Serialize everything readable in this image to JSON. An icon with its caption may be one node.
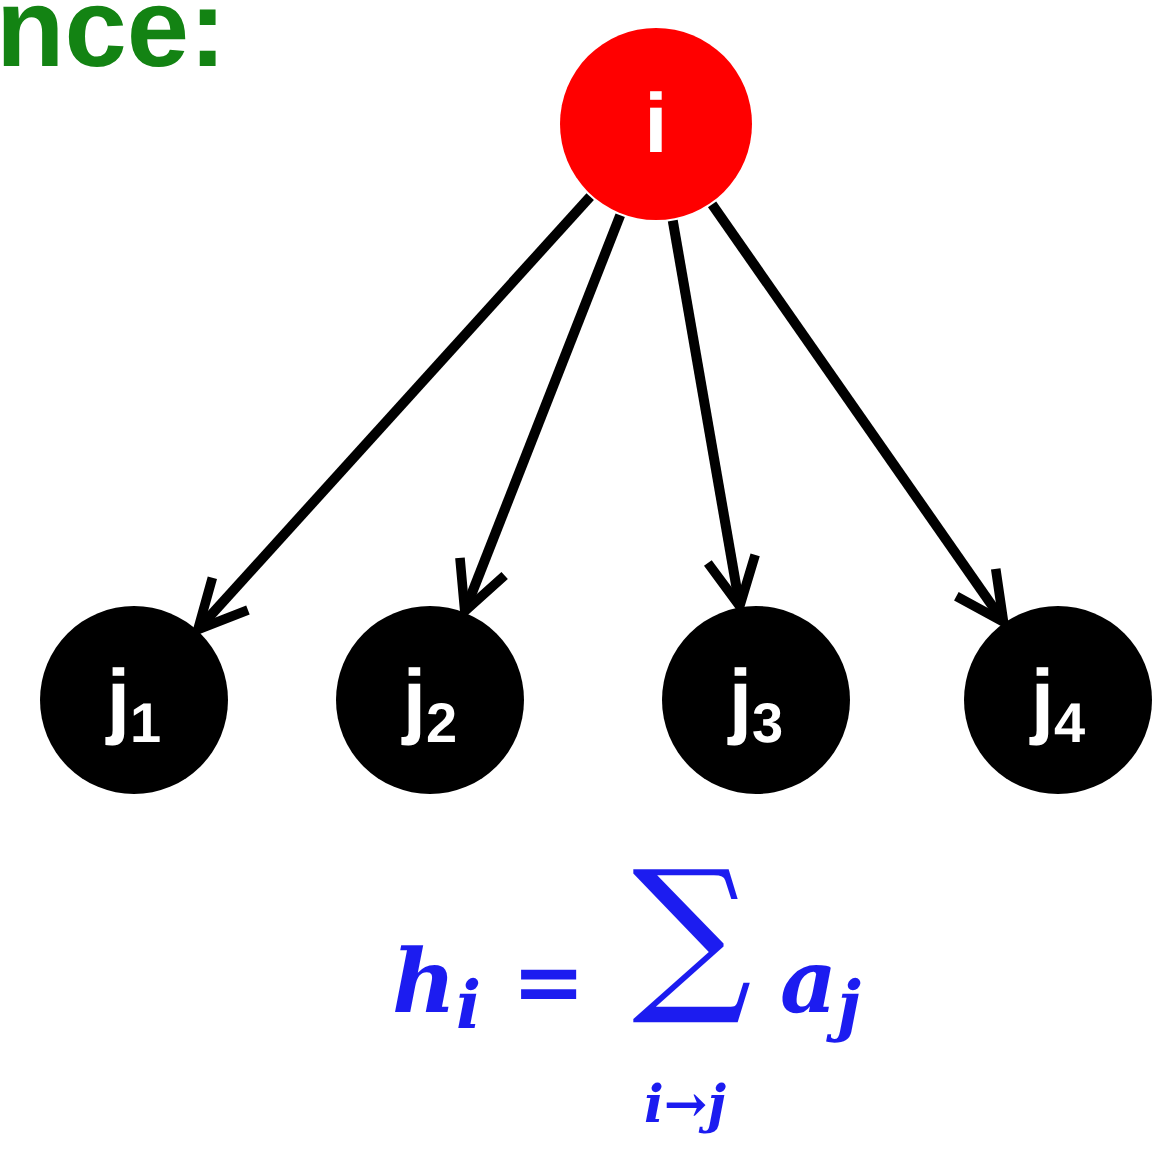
{
  "diagram": {
    "nodes": [
      {
        "text": [
          "i"
        ]
      },
      {
        "text": [
          "j$_{1}$"
        ]
      },
      {
        "text": [
          "j$_{2}$"
        ]
      },
      {
        "text": [
          "j$_{3}$"
        ]
      },
      {
        "text": [
          "j$_{4}$"
        ]
      }
    ],
    "edges": [
      {
        "from": 0,
        "to": 1,
        "arrow": "to"
      },
      {
        "from": 0,
        "to": 2,
        "arrow": "to"
      },
      {
        "from": 0,
        "to": 3,
        "arrow": "to"
      },
      {
        "from": 0,
        "to": 4,
        "arrow": "to"
      }
    ],
    "labels": [
      "nce:",
      "h$_{i}$ =",
      "∑",
      "i→j",
      "a$_{j}$"
    ]
  }
}
